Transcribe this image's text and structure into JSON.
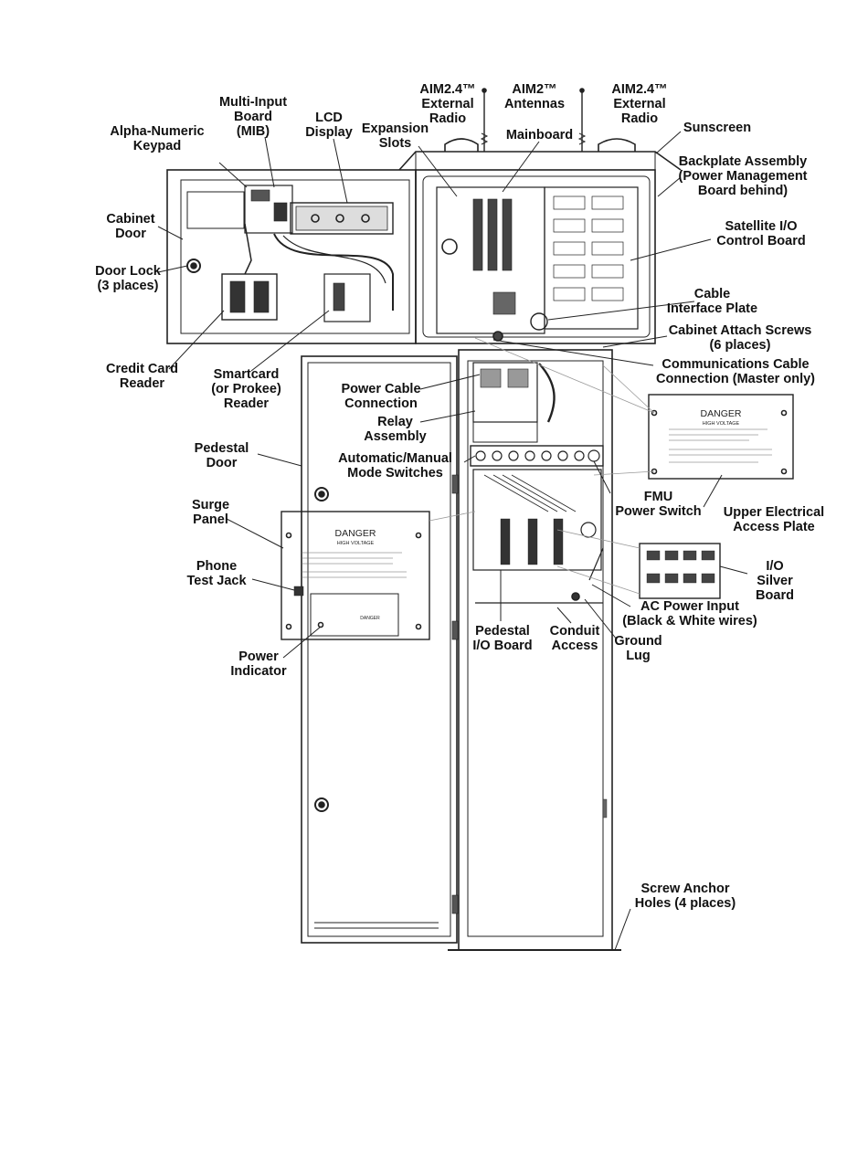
{
  "labels": {
    "aim24_left": [
      "AIM2.4™",
      "External",
      "Radio"
    ],
    "aim2_antennas": [
      "AIM2™",
      "Antennas"
    ],
    "aim24_right": [
      "AIM2.4™",
      "External",
      "Radio"
    ],
    "multi_input_board": [
      "Multi-Input",
      "Board",
      "(MIB)"
    ],
    "alpha_keypad": [
      "Alpha-Numeric",
      "Keypad"
    ],
    "lcd_display": [
      "LCD",
      "Display"
    ],
    "expansion_slots": [
      "Expansion",
      "Slots"
    ],
    "mainboard": [
      "Mainboard"
    ],
    "sunscreen": [
      "Sunscreen"
    ],
    "backplate": [
      "Backplate Assembly",
      "(Power Management",
      "Board behind)"
    ],
    "cabinet_door": [
      "Cabinet",
      "Door"
    ],
    "satellite_io": [
      "Satellite I/O",
      "Control Board"
    ],
    "door_lock": [
      "Door Lock",
      "(3 places)"
    ],
    "cable_interface": [
      "Cable",
      "Interface Plate"
    ],
    "cabinet_attach": [
      "Cabinet Attach Screws",
      "(6 places)"
    ],
    "credit_card": [
      "Credit Card",
      "Reader"
    ],
    "comm_cable": [
      "Communications Cable",
      "Connection (Master only)"
    ],
    "smartcard": [
      "Smartcard",
      "(or Prokee)",
      "Reader"
    ],
    "power_cable": [
      "Power Cable",
      "Connection"
    ],
    "relay_assembly": [
      "Relay",
      "Assembly"
    ],
    "pedestal_door": [
      "Pedestal",
      "Door"
    ],
    "auto_manual": [
      "Automatic/Manual",
      "Mode Switches"
    ],
    "fmu_power": [
      "FMU",
      "Power Switch"
    ],
    "upper_electrical": [
      "Upper Electrical",
      "Access Plate"
    ],
    "surge_panel": [
      "Surge",
      "Panel"
    ],
    "phone_jack": [
      "Phone",
      "Test Jack"
    ],
    "io_silver": [
      "I/O",
      "Silver",
      "Board"
    ],
    "ac_power": [
      "AC Power Input",
      "(Black & White wires)"
    ],
    "pedestal_io": [
      "Pedestal",
      "I/O Board"
    ],
    "conduit": [
      "Conduit",
      "Access"
    ],
    "ground_lug": [
      "Ground",
      "Lug"
    ],
    "power_indicator": [
      "Power",
      "Indicator"
    ],
    "screw_anchor": [
      "Screw Anchor",
      "Holes (4 places)"
    ]
  },
  "danger_upper": {
    "title": "DANGER",
    "subtitle": "HIGH VOLTAGE"
  },
  "danger_surge": {
    "title": "DANGER",
    "subtitle": "HIGH VOLTAGE",
    "inner": "DANGER"
  }
}
